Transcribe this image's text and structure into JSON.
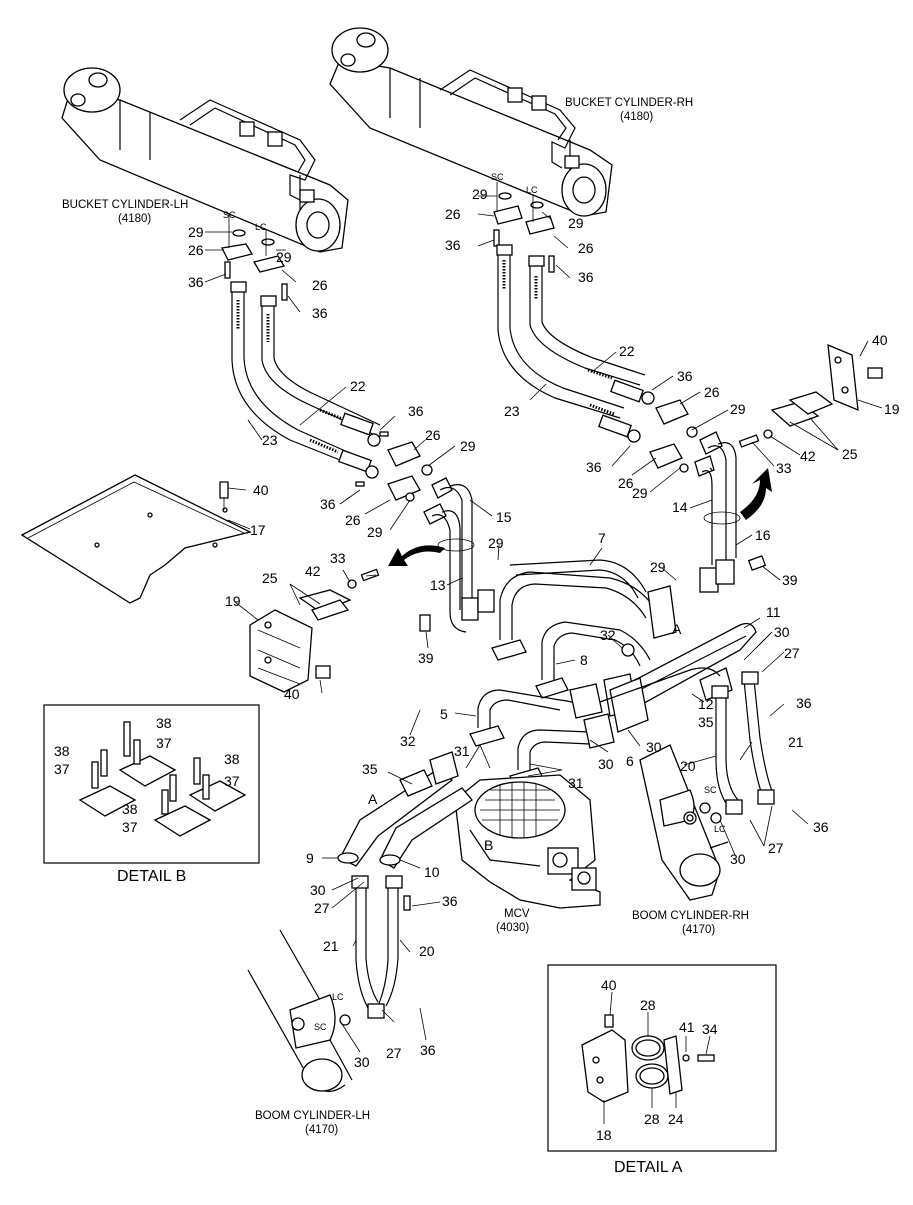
{
  "labels": {
    "bucket_cyl_lh": "BUCKET CYLINDER-LH",
    "bucket_cyl_lh_code": "(4180)",
    "bucket_cyl_rh": "BUCKET CYLINDER-RH",
    "bucket_cyl_rh_code": "(4180)",
    "boom_cyl_rh": "BOOM CYLINDER-RH",
    "boom_cyl_rh_code": "(4170)",
    "boom_cyl_lh": "BOOM CYLINDER-LH",
    "boom_cyl_lh_code": "(4170)",
    "mcv": "MCV",
    "mcv_code": "(4030)",
    "detail_a": "DETAIL A",
    "detail_b": "DETAIL B",
    "sc": "SC",
    "lc": "LC",
    "mark_a": "A",
    "mark_b": "B"
  },
  "callouts": [
    {
      "id": "c29a",
      "text": "29"
    },
    {
      "id": "c26a",
      "text": "26"
    },
    {
      "id": "c36a",
      "text": "36"
    },
    {
      "id": "c29b",
      "text": "29"
    },
    {
      "id": "c26b",
      "text": "26"
    },
    {
      "id": "c36b",
      "text": "36"
    },
    {
      "id": "c22a",
      "text": "22"
    },
    {
      "id": "c23a",
      "text": "23"
    },
    {
      "id": "c36c",
      "text": "36"
    },
    {
      "id": "c26c",
      "text": "26"
    },
    {
      "id": "c29c",
      "text": "29"
    },
    {
      "id": "c36d",
      "text": "36"
    },
    {
      "id": "c26d",
      "text": "26"
    },
    {
      "id": "c29d",
      "text": "29"
    },
    {
      "id": "c15",
      "text": "15"
    },
    {
      "id": "c40a",
      "text": "40"
    },
    {
      "id": "c17",
      "text": "17"
    },
    {
      "id": "c29e",
      "text": "29"
    },
    {
      "id": "c26e",
      "text": "26"
    },
    {
      "id": "c36e",
      "text": "36"
    },
    {
      "id": "c29f",
      "text": "29"
    },
    {
      "id": "c26f",
      "text": "26"
    },
    {
      "id": "c36f",
      "text": "36"
    },
    {
      "id": "c22b",
      "text": "22"
    },
    {
      "id": "c23b",
      "text": "23"
    },
    {
      "id": "c36g",
      "text": "36"
    },
    {
      "id": "c26g",
      "text": "26"
    },
    {
      "id": "c29g",
      "text": "29"
    },
    {
      "id": "c36h",
      "text": "36"
    },
    {
      "id": "c26h",
      "text": "26"
    },
    {
      "id": "c29h",
      "text": "29"
    },
    {
      "id": "c40b",
      "text": "40"
    },
    {
      "id": "c19a",
      "text": "19"
    },
    {
      "id": "c25a",
      "text": "25"
    },
    {
      "id": "c42a",
      "text": "42"
    },
    {
      "id": "c33a",
      "text": "33"
    },
    {
      "id": "c14",
      "text": "14"
    },
    {
      "id": "c16",
      "text": "16"
    },
    {
      "id": "c39a",
      "text": "39"
    },
    {
      "id": "c29i",
      "text": "29"
    },
    {
      "id": "c7",
      "text": "7"
    },
    {
      "id": "c29j",
      "text": "29"
    },
    {
      "id": "c13",
      "text": "13"
    },
    {
      "id": "c33b",
      "text": "33"
    },
    {
      "id": "c42b",
      "text": "42"
    },
    {
      "id": "c25b",
      "text": "25"
    },
    {
      "id": "c19b",
      "text": "19"
    },
    {
      "id": "c39b",
      "text": "39"
    },
    {
      "id": "c40c",
      "text": "40"
    },
    {
      "id": "c32a",
      "text": "32"
    },
    {
      "id": "c8",
      "text": "8"
    },
    {
      "id": "c11",
      "text": "11"
    },
    {
      "id": "c30a",
      "text": "30"
    },
    {
      "id": "c27a",
      "text": "27"
    },
    {
      "id": "c36i",
      "text": "36"
    },
    {
      "id": "c12",
      "text": "12"
    },
    {
      "id": "c35a",
      "text": "35"
    },
    {
      "id": "c5",
      "text": "5"
    },
    {
      "id": "c32b",
      "text": "32"
    },
    {
      "id": "c31a",
      "text": "31"
    },
    {
      "id": "c30b",
      "text": "30"
    },
    {
      "id": "c6",
      "text": "6"
    },
    {
      "id": "c30c",
      "text": "30"
    },
    {
      "id": "c21a",
      "text": "21"
    },
    {
      "id": "c20a",
      "text": "20"
    },
    {
      "id": "c31b",
      "text": "31"
    },
    {
      "id": "c35b",
      "text": "35"
    },
    {
      "id": "c36j",
      "text": "36"
    },
    {
      "id": "c27b",
      "text": "27"
    },
    {
      "id": "c30d",
      "text": "30"
    },
    {
      "id": "c9",
      "text": "9"
    },
    {
      "id": "c10",
      "text": "10"
    },
    {
      "id": "c30e",
      "text": "30"
    },
    {
      "id": "c27c",
      "text": "27"
    },
    {
      "id": "c36k",
      "text": "36"
    },
    {
      "id": "c21b",
      "text": "21"
    },
    {
      "id": "c20b",
      "text": "20"
    },
    {
      "id": "c30f",
      "text": "30"
    },
    {
      "id": "c27d",
      "text": "27"
    },
    {
      "id": "c36l",
      "text": "36"
    },
    {
      "id": "c40d",
      "text": "40"
    },
    {
      "id": "c28a",
      "text": "28"
    },
    {
      "id": "c41",
      "text": "41"
    },
    {
      "id": "c34",
      "text": "34"
    },
    {
      "id": "c18",
      "text": "18"
    },
    {
      "id": "c28b",
      "text": "28"
    },
    {
      "id": "c24",
      "text": "24"
    },
    {
      "id": "c38a",
      "text": "38"
    },
    {
      "id": "c37a",
      "text": "37"
    },
    {
      "id": "c38b",
      "text": "38"
    },
    {
      "id": "c37b",
      "text": "37"
    },
    {
      "id": "c38c",
      "text": "38"
    },
    {
      "id": "c37c",
      "text": "37"
    },
    {
      "id": "c38d",
      "text": "38"
    },
    {
      "id": "c37d",
      "text": "37"
    }
  ]
}
